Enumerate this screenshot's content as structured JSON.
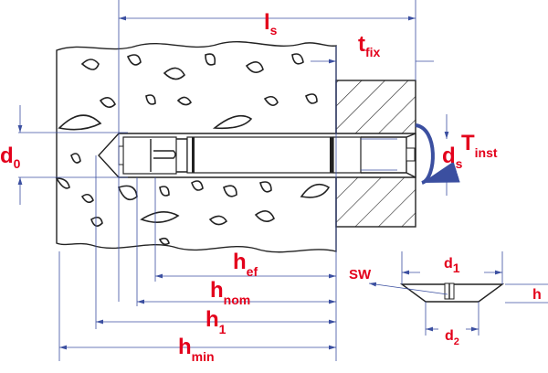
{
  "labels": {
    "ls": {
      "main": "l",
      "sub": "s"
    },
    "tfix": {
      "main": "t",
      "sub": "fix"
    },
    "d0": {
      "main": "d",
      "sub": "0"
    },
    "ds": {
      "main": "d",
      "sub": "s"
    },
    "tinst": {
      "main": "T",
      "sub": "inst"
    },
    "hef": {
      "main": "h",
      "sub": "ef"
    },
    "hnom": {
      "main": "h",
      "sub": "nom"
    },
    "h1": {
      "main": "h",
      "sub": "1"
    },
    "hmin": {
      "main": "h",
      "sub": "min"
    },
    "sw": "SW",
    "d1": {
      "main": "d",
      "sub": "1"
    },
    "d2": {
      "main": "d",
      "sub": "2"
    },
    "h": "h"
  },
  "colors": {
    "label": "#e3001b",
    "dimension": "#3b4fa0",
    "torque_arrow": "#3b4fa0"
  }
}
